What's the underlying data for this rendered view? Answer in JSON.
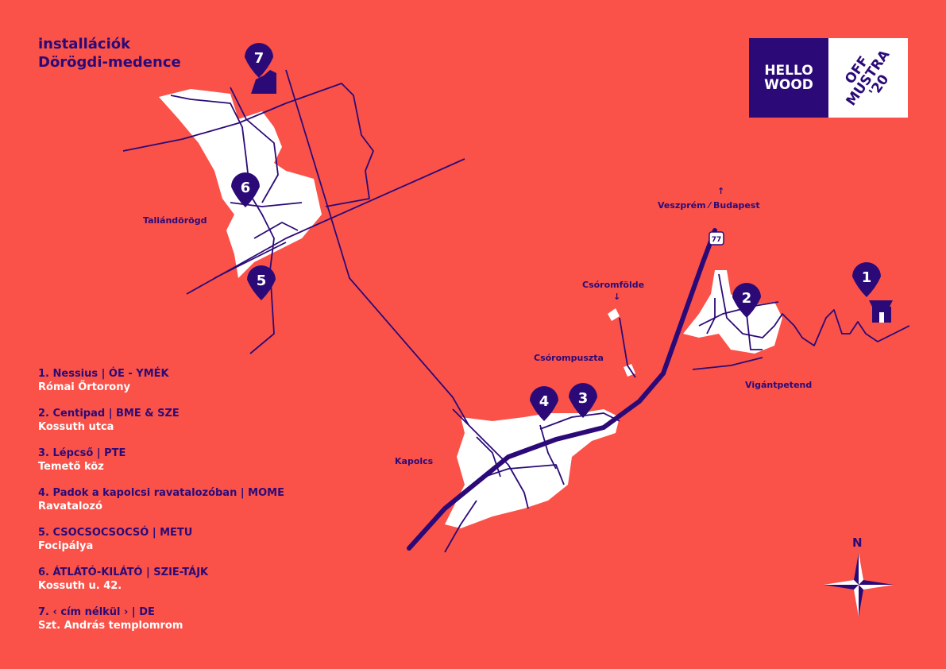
{
  "title": {
    "line1": "installációk",
    "line2": "Dörögdi-medence"
  },
  "logo": {
    "left_line1": "HELLO",
    "left_line2": "WOOD",
    "right_line1": "OFF",
    "right_line2": "MUSTRA",
    "right_line3": "'20"
  },
  "colors": {
    "background": "#FA5249",
    "navy": "#2B0A78",
    "white": "#FFFFFF"
  },
  "places": {
    "taliandorogd": "Taliándörögd",
    "veszprem": "Veszprém ⁄ Budapest",
    "veszprem_arrow": "↑",
    "road_number": "77",
    "csoromfolde": "Csóromfölde",
    "csoromfolde_arrow": "↓",
    "csorompuszta": "Csórompuszta",
    "vigantpetend": "Vigántpetend",
    "kapolcs": "Kapolcs"
  },
  "pins": [
    "1",
    "2",
    "3",
    "4",
    "5",
    "6",
    "7"
  ],
  "compass": {
    "north": "N"
  },
  "legend": [
    {
      "title": "1. Nessius | ÓE - YMÉK",
      "sub": "Római Őrtorony"
    },
    {
      "title": "2. Centipad | BME & SZE",
      "sub": "Kossuth utca"
    },
    {
      "title": "3. Lépcső | PTE",
      "sub": "Temető köz"
    },
    {
      "title": "4. Padok a kapolcsi ravatalozóban | MOME",
      "sub": "Ravatalozó"
    },
    {
      "title": "5. CSOCSOCSOCSÓ | METU",
      "sub": "Focipálya"
    },
    {
      "title": "6. ÁTLÁTÓ-KILÁTÓ | SZIE-TÁJK",
      "sub": "Kossuth u. 42."
    },
    {
      "title": "7. ‹ cím nélkül › | DE",
      "sub": "Szt. András templomrom"
    }
  ]
}
